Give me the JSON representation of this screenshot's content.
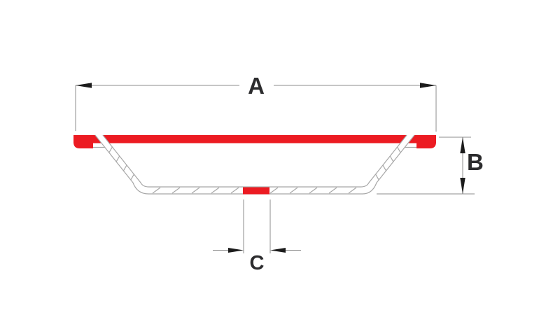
{
  "diagram": {
    "type": "technical-dimension-drawing",
    "subject": "tray cross-section with highlighted rim and center feature",
    "labels": {
      "overall_width": "A",
      "overall_depth": "B",
      "center_feature_width": "C"
    },
    "colors": {
      "highlight_red": "#EC1B22",
      "outline_gray": "#A7A7A7",
      "dimension_gray": "#8C8C8C",
      "arrow_black": "#1B1B1B",
      "label_text": "#2C2C2E",
      "background": "#FFFFFF"
    }
  }
}
